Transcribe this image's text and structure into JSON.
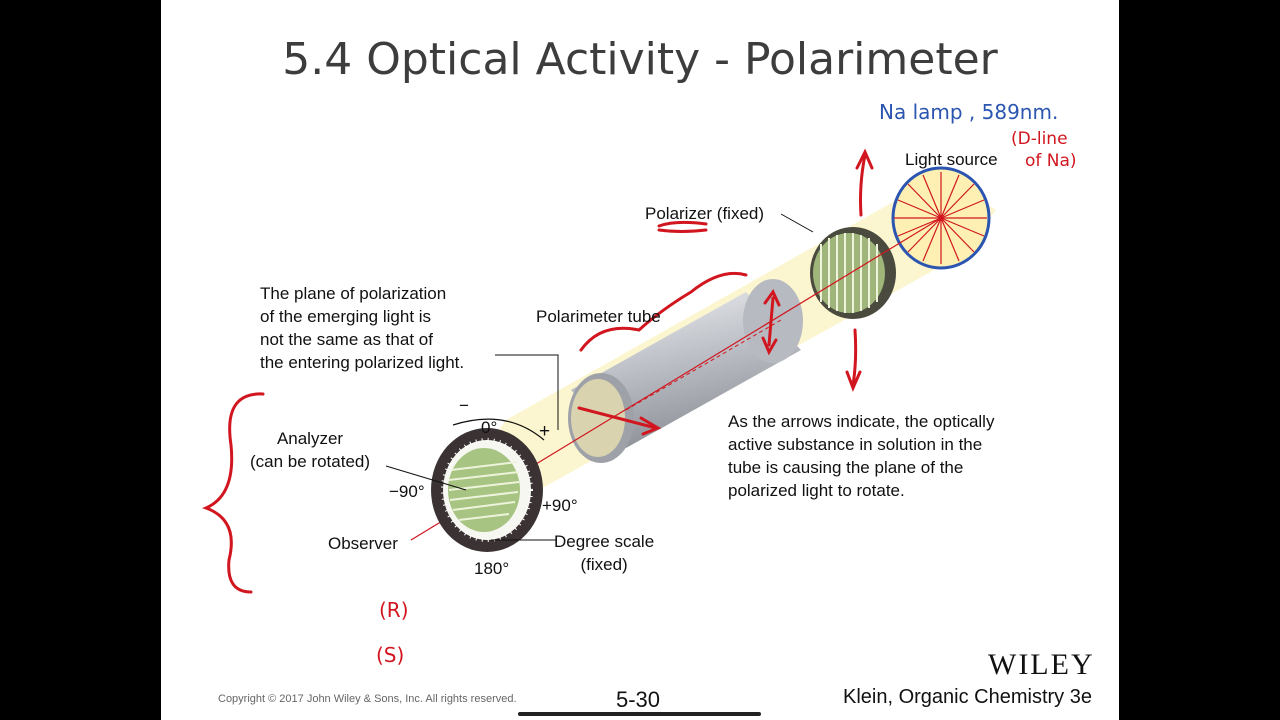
{
  "slide": {
    "title": "5.4 Optical Activity - Polarimeter",
    "footer": {
      "publisher": "WILEY",
      "credit": "Klein, Organic Chemistry 3e",
      "copyright": "Copyright © 2017 John Wiley & Sons, Inc. All rights reserved.",
      "page": "5-30"
    }
  },
  "figure": {
    "labels": {
      "light_source": "Light source",
      "polarizer": "Polarizer (fixed)",
      "tube": "Polarimeter tube",
      "plane_note": [
        "The plane of polarization",
        "of the emerging light is",
        "not the same as that of",
        "the entering polarized light."
      ],
      "analyzer": [
        "Analyzer",
        "(can be rotated)"
      ],
      "observer": "Observer",
      "degree_scale": [
        "Degree scale",
        "(fixed)"
      ],
      "rotation_note": [
        "As the arrows indicate, the optically",
        "active substance in solution in the",
        "tube is causing the plane of the",
        "polarized light to rotate."
      ],
      "deg_0": "0°",
      "deg_90": "+90°",
      "deg_neg90": "−90°",
      "deg_180": "180°",
      "minus_sign": "−",
      "plus_sign": "+"
    }
  },
  "annotations": {
    "na_lamp": "Na lamp , 589nm.",
    "d_line": [
      "(D-line",
      "of Na)"
    ],
    "r": "(R)",
    "s": "(S)"
  },
  "colors": {
    "ink_red": "#d1161f",
    "ink_blue": "#2b55b0",
    "beam": "#fbf5cc"
  }
}
